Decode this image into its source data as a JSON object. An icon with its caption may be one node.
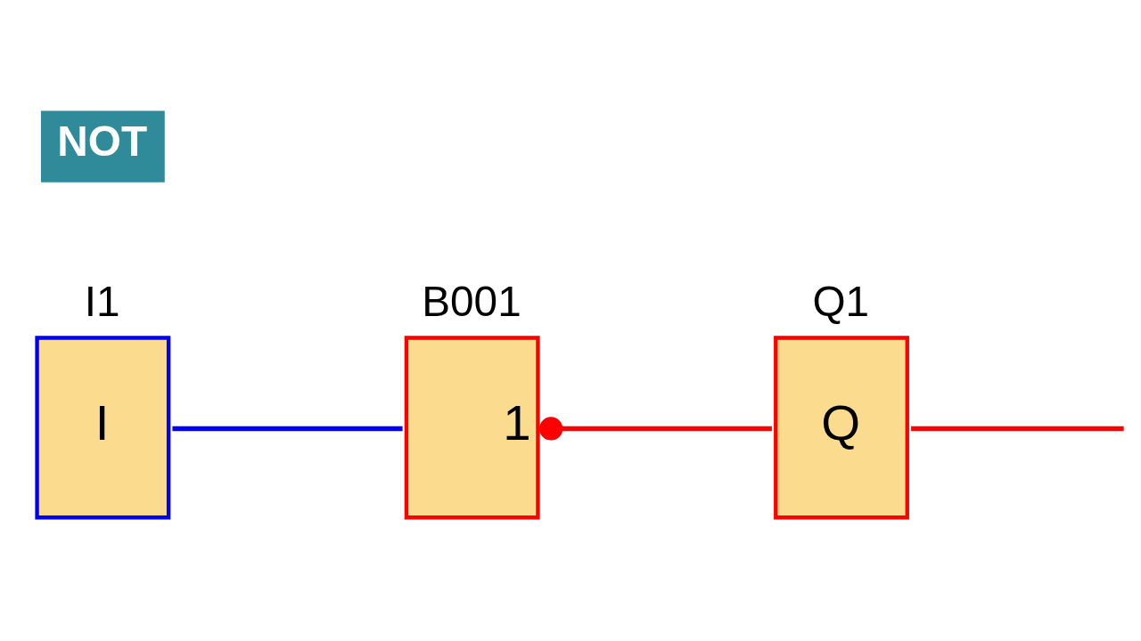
{
  "diagram": {
    "nodes": [
      {
        "text": [
          "I1",
          "I"
        ]
      },
      {
        "text": [
          "B001",
          "1"
        ]
      },
      {
        "text": [
          "Q1",
          "Q"
        ]
      }
    ],
    "edges": [
      {
        "from": 0,
        "to": 1,
        "arrow": "none",
        "color": "#0000ff"
      },
      {
        "from": 1,
        "to": 2,
        "arrow": "other",
        "color": "#ff0000"
      },
      {
        "from": 2,
        "to": null,
        "arrow": "none",
        "color": "#ff0000"
      }
    ],
    "labels": [
      "NOT"
    ]
  }
}
